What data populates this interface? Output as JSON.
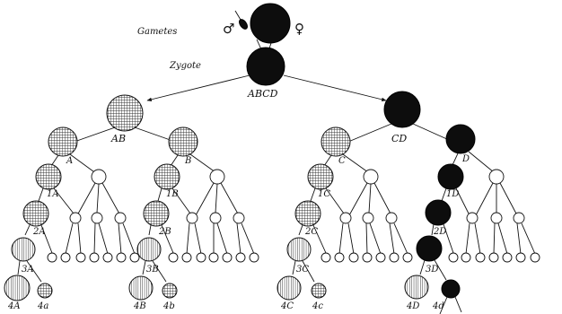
{
  "labels": {
    "gametes": "Gametes",
    "zygote": "Zygote",
    "male_symbol": "♂",
    "female_symbol": "♀",
    "root": "ABCD",
    "left_branch": "AB",
    "right_branch": "CD",
    "a": "A",
    "b": "B",
    "c": "C",
    "d": "D",
    "a1": "1A",
    "b1": "1B",
    "c1": "1C",
    "d1": "1D",
    "a2": "2A",
    "b2": "2B",
    "c2": "2C",
    "d2": "2D",
    "a3": "3A",
    "b3": "3B",
    "c3": "3C",
    "d3": "3D",
    "a4_big": "4A",
    "a4_small": "4a",
    "b4_big": "4B",
    "b4_small": "4b",
    "c4_big": "4C",
    "c4_small": "4c",
    "d4_big": "4D",
    "d4_small": "4d"
  },
  "legend_fills": {
    "dark_cell": "#0d0d0d",
    "open_cell": "#ffffff"
  }
}
